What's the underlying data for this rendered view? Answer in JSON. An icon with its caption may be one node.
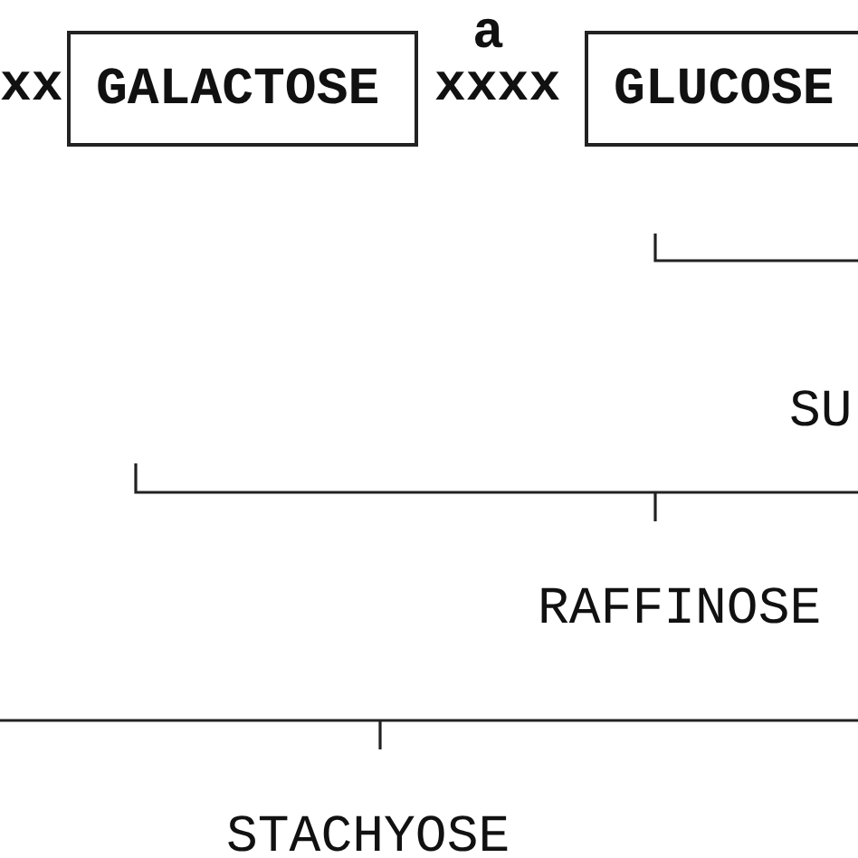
{
  "diagram": {
    "nodes": [
      {
        "text": [
          "GALACTOSE"
        ]
      },
      {
        "text": [
          "GLUCOSE"
        ]
      }
    ],
    "labels": [
      "xx",
      "a",
      "xxxx",
      "SU",
      "RAFFINOSE",
      "STACHYOSE"
    ]
  }
}
